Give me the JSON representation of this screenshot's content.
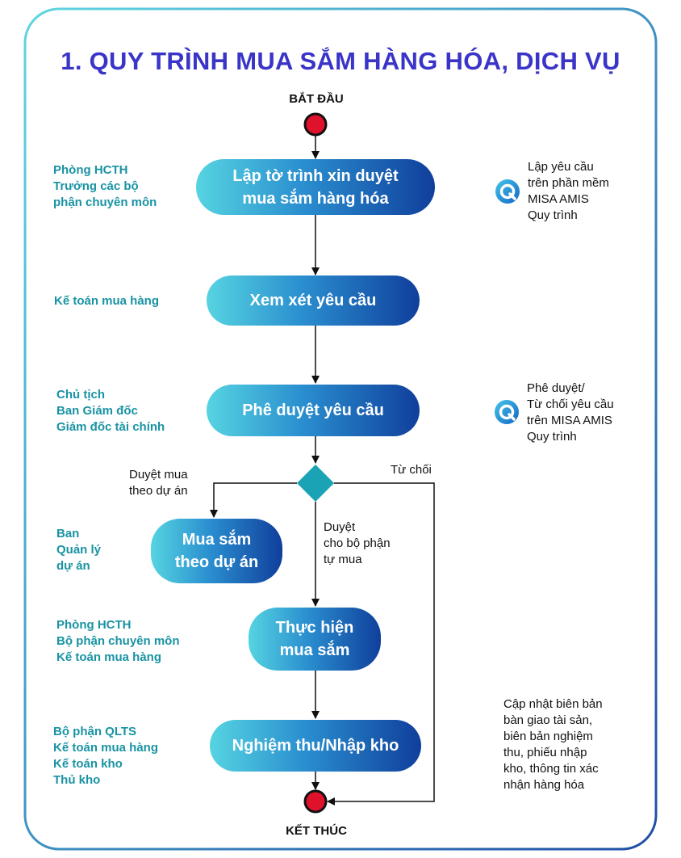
{
  "title": "1. QUY TRÌNH MUA SẮM HÀNG HÓA, DỊCH VỤ",
  "start_label": "BẮT ĐẦU",
  "end_label": "KẾT THÚC",
  "steps": [
    {
      "lines": [
        "Lập tờ trình xin duyệt",
        "mua sắm hàng hóa"
      ]
    },
    {
      "lines": [
        "Xem xét yêu cầu"
      ]
    },
    {
      "lines": [
        "Phê duyệt yêu cầu"
      ]
    },
    {
      "lines": [
        "Mua sắm",
        "theo dự án"
      ]
    },
    {
      "lines": [
        "Thực hiện",
        "mua sắm"
      ]
    },
    {
      "lines": [
        "Nghiệm thu/Nhập kho"
      ]
    }
  ],
  "roles": [
    [
      "Phòng HCTH",
      "Trưởng các bộ",
      "phận chuyên môn"
    ],
    [
      "Kế toán mua hàng"
    ],
    [
      "Chủ tịch",
      "Ban Giám đốc",
      "Giám đốc tài chính"
    ],
    [
      "Ban",
      "Quản lý",
      "dự án"
    ],
    [
      "Phòng HCTH",
      "Bộ phận chuyên môn",
      "Kế toán mua hàng"
    ],
    [
      "Bộ phận QLTS",
      "Kế toán mua hàng",
      "Kế toán kho",
      "Thủ kho"
    ]
  ],
  "notes": [
    [
      "Lập yêu cầu",
      "trên phần mềm",
      "MISA AMIS",
      "Quy trình"
    ],
    [
      "Phê duyệt/",
      "Từ chối yêu cầu",
      "trên MISA AMIS",
      "Quy trình"
    ],
    [
      "Cập nhật biên bản",
      "bàn giao tài sản,",
      "biên bản nghiệm",
      "thu, phiếu nhập",
      "kho, thông tin xác",
      "nhận hàng hóa"
    ]
  ],
  "branches": {
    "project": [
      "Duyệt mua",
      "theo dự án"
    ],
    "self": [
      "Duyệt",
      "cho bộ phận",
      "tự mua"
    ],
    "reject": [
      "Từ chối"
    ]
  },
  "colors": {
    "title": "#3a35c8",
    "role_text": "#1993a3",
    "frame_border_start": "#5fd6e0",
    "frame_border_end": "#1f4fa6",
    "pill_start": "#56d4e1",
    "pill_end": "#103f9c",
    "decision": "#1aa3b4",
    "terminal": "#e0112b"
  },
  "icons": [
    "misa-logo-icon",
    "misa-logo-icon"
  ]
}
